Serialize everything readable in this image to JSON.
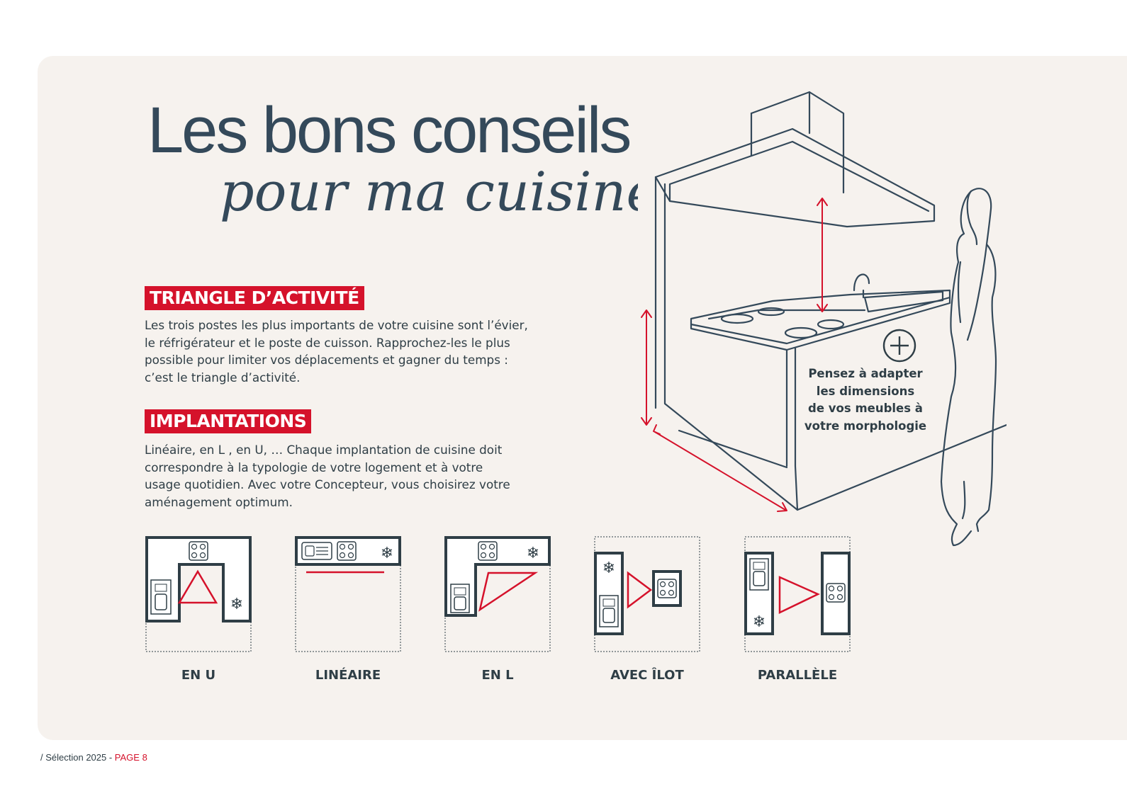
{
  "title": {
    "main": "Les bons conseils",
    "script": "pour ma cuisine"
  },
  "sections": [
    {
      "heading": "TRIANGLE D’ACTIVITÉ",
      "lines": [
        "Les trois postes les plus importants de votre cuisine sont l’évier,",
        "le réfrigérateur et le poste de cuisson. Rapprochez-les le plus",
        "possible pour limiter vos déplacements et gagner du temps :",
        "c’est le triangle d’activité."
      ]
    },
    {
      "heading": "IMPLANTATIONS",
      "lines": [
        "Linéaire, en L , en U, … Chaque implantation de cuisine doit",
        "correspondre à la typologie de votre logement et à votre",
        "usage quotidien. Avec votre Concepteur, vous choisirez votre",
        "aménagement optimum."
      ]
    }
  ],
  "layouts": [
    {
      "label": "EN U",
      "icon": "u-shape-kitchen-icon"
    },
    {
      "label": "LINÉAIRE",
      "icon": "linear-kitchen-icon"
    },
    {
      "label": "EN L",
      "icon": "l-shape-kitchen-icon"
    },
    {
      "label": "AVEC ÎLOT",
      "icon": "island-kitchen-icon"
    },
    {
      "label": "PARALLÈLE",
      "icon": "parallel-kitchen-icon"
    }
  ],
  "tip": {
    "icon": "plus-circle-icon",
    "lines": [
      "Pensez à adapter",
      "les dimensions",
      "de vos meubles à",
      "votre morphologie"
    ]
  },
  "footer": {
    "prefix": "/ Sélection 2025 - ",
    "page": "PAGE 8"
  },
  "colors": {
    "accent": "#d5122b",
    "ink": "#2f3e46",
    "panel": "#f6f2ee"
  }
}
